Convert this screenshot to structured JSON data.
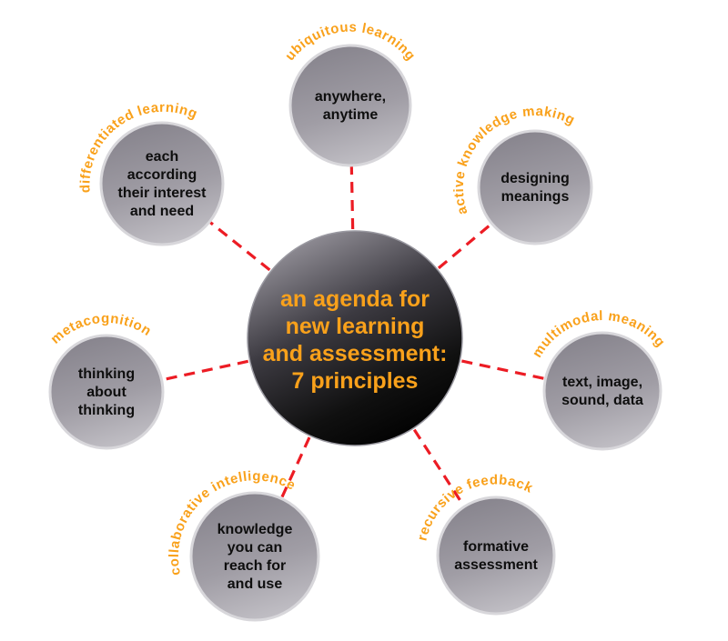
{
  "diagram": {
    "center": {
      "lines": [
        "an agenda for",
        "new learning",
        "and assessment:",
        "7 principles"
      ]
    },
    "nodes": [
      {
        "label": "ubiquitous learning",
        "lines": [
          "anywhere,",
          "anytime"
        ]
      },
      {
        "label": "active knowledge making",
        "lines": [
          "designing",
          "meanings"
        ]
      },
      {
        "label": "multimodal meaning",
        "lines": [
          "text, image,",
          "sound, data"
        ]
      },
      {
        "label": "recursive feedback",
        "lines": [
          "formative",
          "assessment"
        ]
      },
      {
        "label": "collaborative intelligence",
        "lines": [
          "knowledge",
          "you can",
          "reach for",
          "and use"
        ]
      },
      {
        "label": "metacognition",
        "lines": [
          "thinking",
          "about",
          "thinking"
        ]
      },
      {
        "label": "differentiated learning",
        "lines": [
          "each",
          "according",
          "their interest",
          "and need"
        ]
      }
    ],
    "colors": {
      "accent_orange": "#F9A11B",
      "connector_red": "#EC1C24",
      "node_text": "#0E0E0E",
      "outer_circle_light": "#C2C0C6",
      "outer_circle_dark": "#8A8790",
      "center_circle_dark": "#000000",
      "center_circle_light": "#98959D"
    }
  }
}
